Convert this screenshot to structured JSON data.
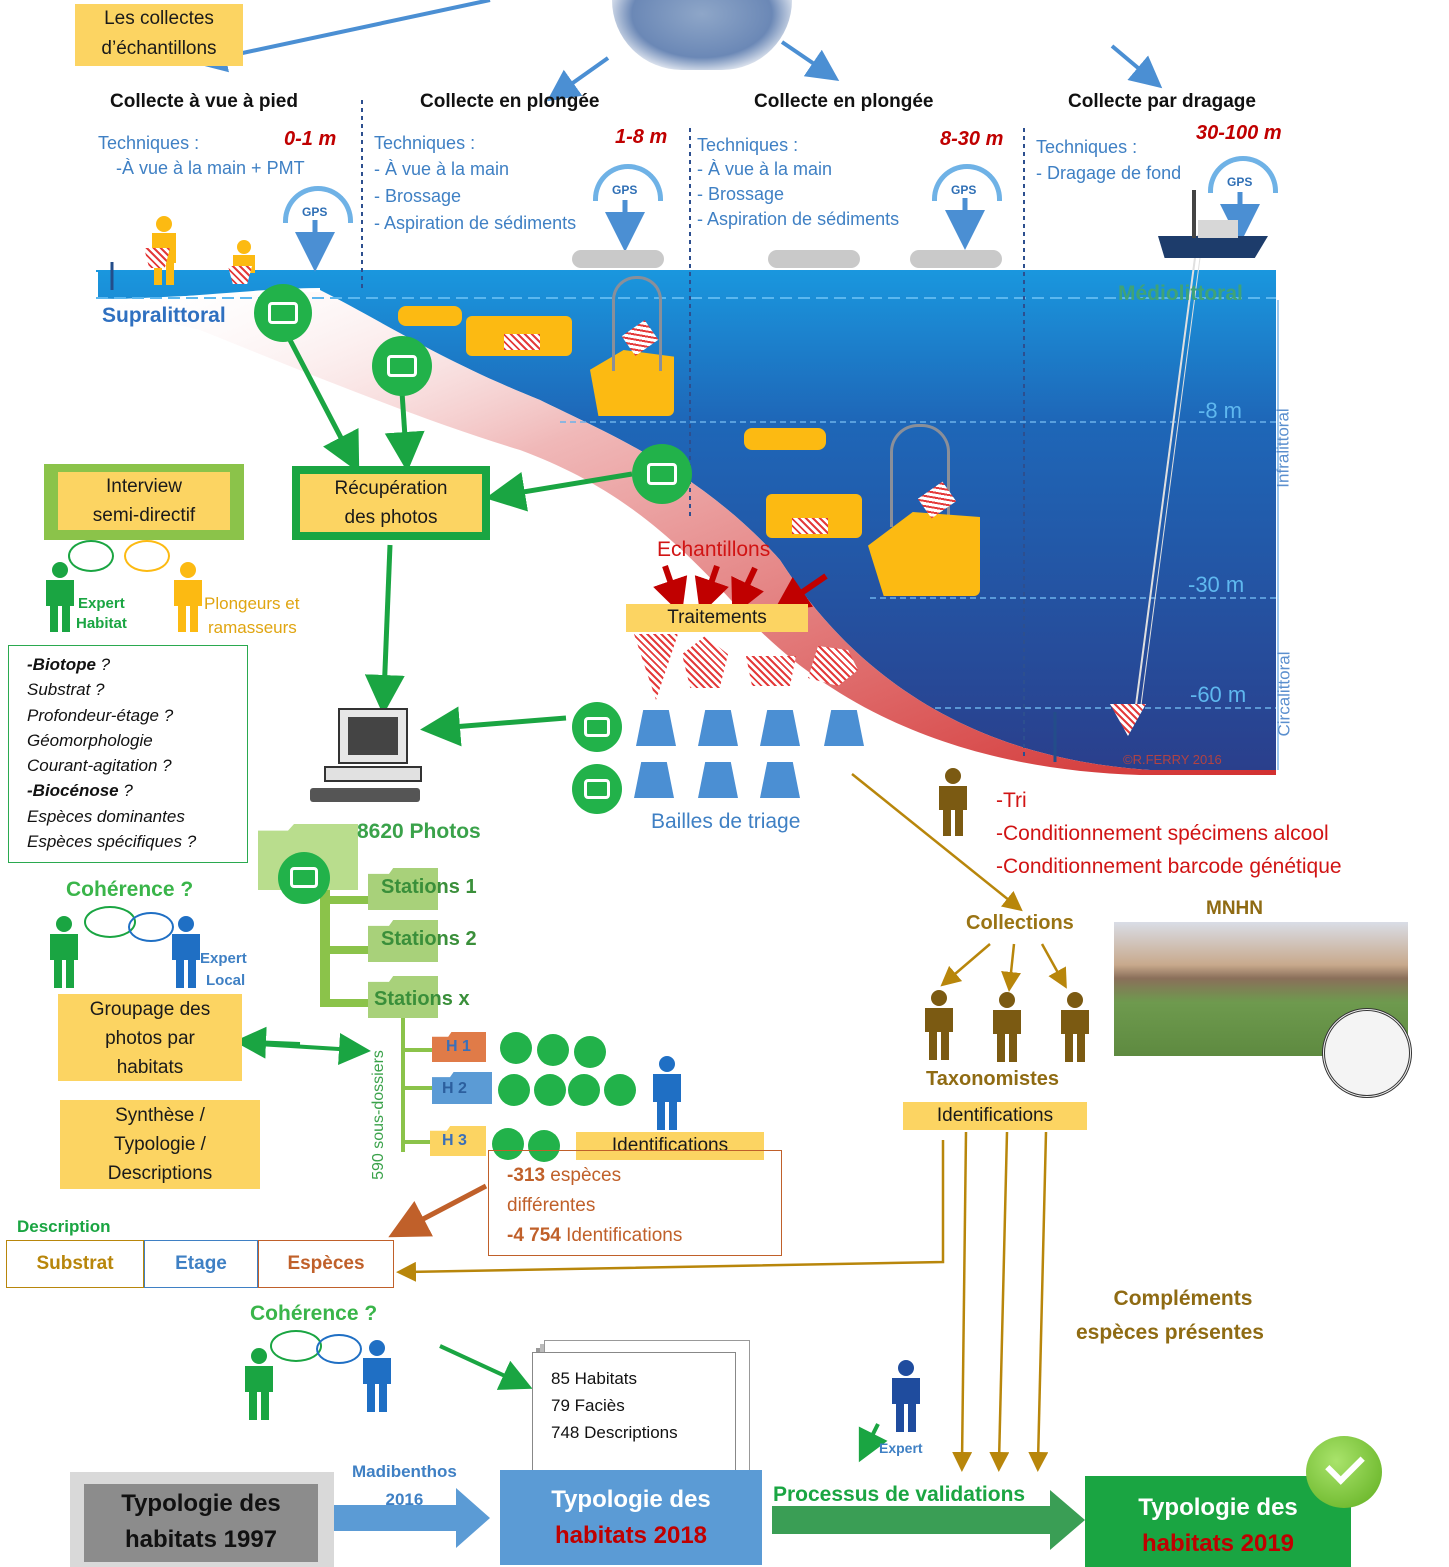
{
  "title_box": [
    "Les collectes",
    "d’échantillons"
  ],
  "columns": [
    {
      "heading": "Collecte à vue à pied",
      "depth": "0-1 m",
      "tech_label": "Techniques :",
      "techniques": [
        "-À vue à la main + PMT"
      ]
    },
    {
      "heading": "Collecte en plongée",
      "depth": "1-8 m",
      "tech_label": "Techniques :",
      "techniques": [
        "- À vue à la main",
        "- Brossage",
        "- Aspiration de sédiments"
      ]
    },
    {
      "heading": "Collecte en plongée",
      "depth": "8-30 m",
      "tech_label": "Techniques :",
      "techniques": [
        "- À vue à la main",
        "- Brossage",
        "- Aspiration de sédiments"
      ]
    },
    {
      "heading": "Collecte par dragage",
      "depth": "30-100 m",
      "tech_label": "Techniques :",
      "techniques": [
        "- Dragage de fond"
      ]
    }
  ],
  "gps_label": "GPS",
  "zones": {
    "supra": "Supralittoral",
    "medio": "Médiolittoral",
    "infra": "Infralittoral",
    "circa": "Circalittoral"
  },
  "depth_marks": [
    "-8 m",
    "-30 m",
    "-60 m"
  ],
  "credit": "©R.FERRY 2016",
  "echantillons": "Echantillons",
  "traitements": "Traitements",
  "bailles": "Bailles de triage",
  "interview": [
    "Interview",
    "semi-directif"
  ],
  "expert_habitat": [
    "Expert",
    "Habitat"
  ],
  "plongeurs": [
    "Plongeurs et",
    "ramasseurs"
  ],
  "questions": [
    {
      "bold": "-Biotope",
      "rest": " ?"
    },
    {
      "bold": "",
      "rest": "Substrat ?"
    },
    {
      "bold": "",
      "rest": "Profondeur-étage ?"
    },
    {
      "bold": "",
      "rest": "Géomorphologie"
    },
    {
      "bold": "",
      "rest": "Courant-agitation ?"
    },
    {
      "bold": "-Biocénose",
      "rest": " ?"
    },
    {
      "bold": "",
      "rest": "Espèces dominantes"
    },
    {
      "bold": "",
      "rest": "Espèces spécifiques ?"
    }
  ],
  "recuperation": [
    "Récupération",
    "des photos"
  ],
  "photos_count": "8620 Photos",
  "stations": [
    "Stations 1",
    "Stations 2",
    "Stations x"
  ],
  "habitats_folders": [
    "H 1",
    "H 2",
    "H 3"
  ],
  "sous_dossiers": "590 sous-dossiers",
  "coherence": "Cohérence ?",
  "expert_local": [
    "Expert",
    "Local"
  ],
  "groupage": [
    "Groupage des",
    "photos par",
    "habitats"
  ],
  "synthese": [
    "Synthèse /",
    "Typologie /",
    "Descriptions"
  ],
  "identifications": "Identifications",
  "ident_stats": [
    {
      "num": "-313",
      "text": " espèces"
    },
    {
      "num": "",
      "text": "différentes"
    },
    {
      "num": "-4 754",
      "text": " Identifications"
    }
  ],
  "description_label": "Description",
  "description_cells": [
    "Substrat",
    "Etage",
    "Espèces"
  ],
  "tri_list": [
    "-Tri",
    "-Conditionnement spécimens alcool",
    "-Conditionnement barcode génétique"
  ],
  "collections": "Collections",
  "mnhn": "MNHN",
  "taxonomistes": "Taxonomistes",
  "complements": [
    "Compléments",
    "espèces présentes"
  ],
  "doc_stats": [
    "85 Habitats",
    "79 Faciès",
    "748 Descriptions"
  ],
  "expert": "Expert",
  "madibenthos": [
    "Madibenthos",
    "2016"
  ],
  "processus": "Processus de validations",
  "typo1997": [
    "Typologie des",
    "habitats 1997"
  ],
  "typo2018": [
    "Typologie des",
    "habitats 2018"
  ],
  "typo2019": [
    "Typologie des",
    "habitats 2019"
  ],
  "colors": {
    "sea_light": "#1d8fd8",
    "sea_dark": "#23479a",
    "slope": "#e69a9a",
    "green": "#1aa542",
    "yellow": "#fcd462",
    "gold": "#b8860b",
    "brown": "#c0602a"
  }
}
